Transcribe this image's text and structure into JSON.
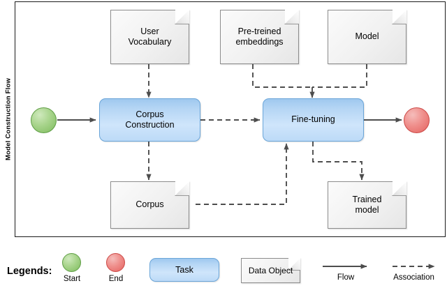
{
  "diagram": {
    "title": "Model Construction Flow",
    "lane_label": "Model Construction Flow",
    "notation": "BPMN"
  },
  "colors": {
    "start_event": "#7dbb5d",
    "end_event": "#e4625f",
    "task_fill": "#b4d5f4",
    "task_border": "#6aa5d8",
    "data_object_fill": "#f1f1f1",
    "data_object_border": "#8c8c8c",
    "edge": "#4d4d4d",
    "pool_border": "#1a1a1a"
  },
  "nodes": {
    "start": {
      "label": "",
      "icon": "start-event-circle"
    },
    "end": {
      "label": "",
      "icon": "end-event-circle"
    },
    "task_corpus_construction": {
      "label": "Corpus\nConstruction",
      "line1": "Corpus",
      "line2": "Construction"
    },
    "task_fine_tuning": {
      "label": "Fine-tuning",
      "line1": "Fine-tuning",
      "line2": ""
    },
    "data_user_vocabulary": {
      "label": "User\nVocabulary",
      "line1": "User",
      "line2": "Vocabulary"
    },
    "data_pretrained_embeddings": {
      "label": "Pre-treined\nembeddings",
      "line1": "Pre-treined",
      "line2": "embeddings"
    },
    "data_model": {
      "label": "Model",
      "line1": "Model",
      "line2": ""
    },
    "data_corpus": {
      "label": "Corpus",
      "line1": "Corpus",
      "line2": ""
    },
    "data_trained_model": {
      "label": "Trained\nmodel",
      "line1": "Trained",
      "line2": "model"
    }
  },
  "edges": [
    {
      "id": "start-to-corpus-construction",
      "type": "flow",
      "from": "start",
      "to": "task_corpus_construction"
    },
    {
      "id": "corpus-construction-to-fine-tuning",
      "type": "association",
      "from": "task_corpus_construction",
      "to": "task_fine_tuning"
    },
    {
      "id": "fine-tuning-to-end",
      "type": "flow",
      "from": "task_fine_tuning",
      "to": "end"
    },
    {
      "id": "user-vocabulary-to-corpus-construction",
      "type": "association",
      "from": "data_user_vocabulary",
      "to": "task_corpus_construction"
    },
    {
      "id": "pretrained-embeddings-to-fine-tuning",
      "type": "association",
      "from": "data_pretrained_embeddings",
      "to": "task_fine_tuning"
    },
    {
      "id": "model-to-fine-tuning",
      "type": "association",
      "from": "data_model",
      "to": "task_fine_tuning"
    },
    {
      "id": "corpus-construction-to-corpus",
      "type": "association",
      "from": "task_corpus_construction",
      "to": "data_corpus"
    },
    {
      "id": "corpus-to-fine-tuning",
      "type": "association",
      "from": "data_corpus",
      "to": "task_fine_tuning"
    },
    {
      "id": "fine-tuning-to-trained-model",
      "type": "association",
      "from": "task_fine_tuning",
      "to": "data_trained_model"
    }
  ],
  "legend": {
    "title": "Legends:",
    "items": [
      {
        "key": "start",
        "label": "Start",
        "shape": "circle-green"
      },
      {
        "key": "end",
        "label": "End",
        "shape": "circle-red"
      },
      {
        "key": "task",
        "label": "Task",
        "shape": "rounded-rect-blue"
      },
      {
        "key": "data_object",
        "label": "Data Object",
        "shape": "document"
      },
      {
        "key": "flow",
        "label": "Flow",
        "shape": "solid-arrow"
      },
      {
        "key": "association",
        "label": "Association",
        "shape": "dashed-arrow"
      }
    ]
  }
}
